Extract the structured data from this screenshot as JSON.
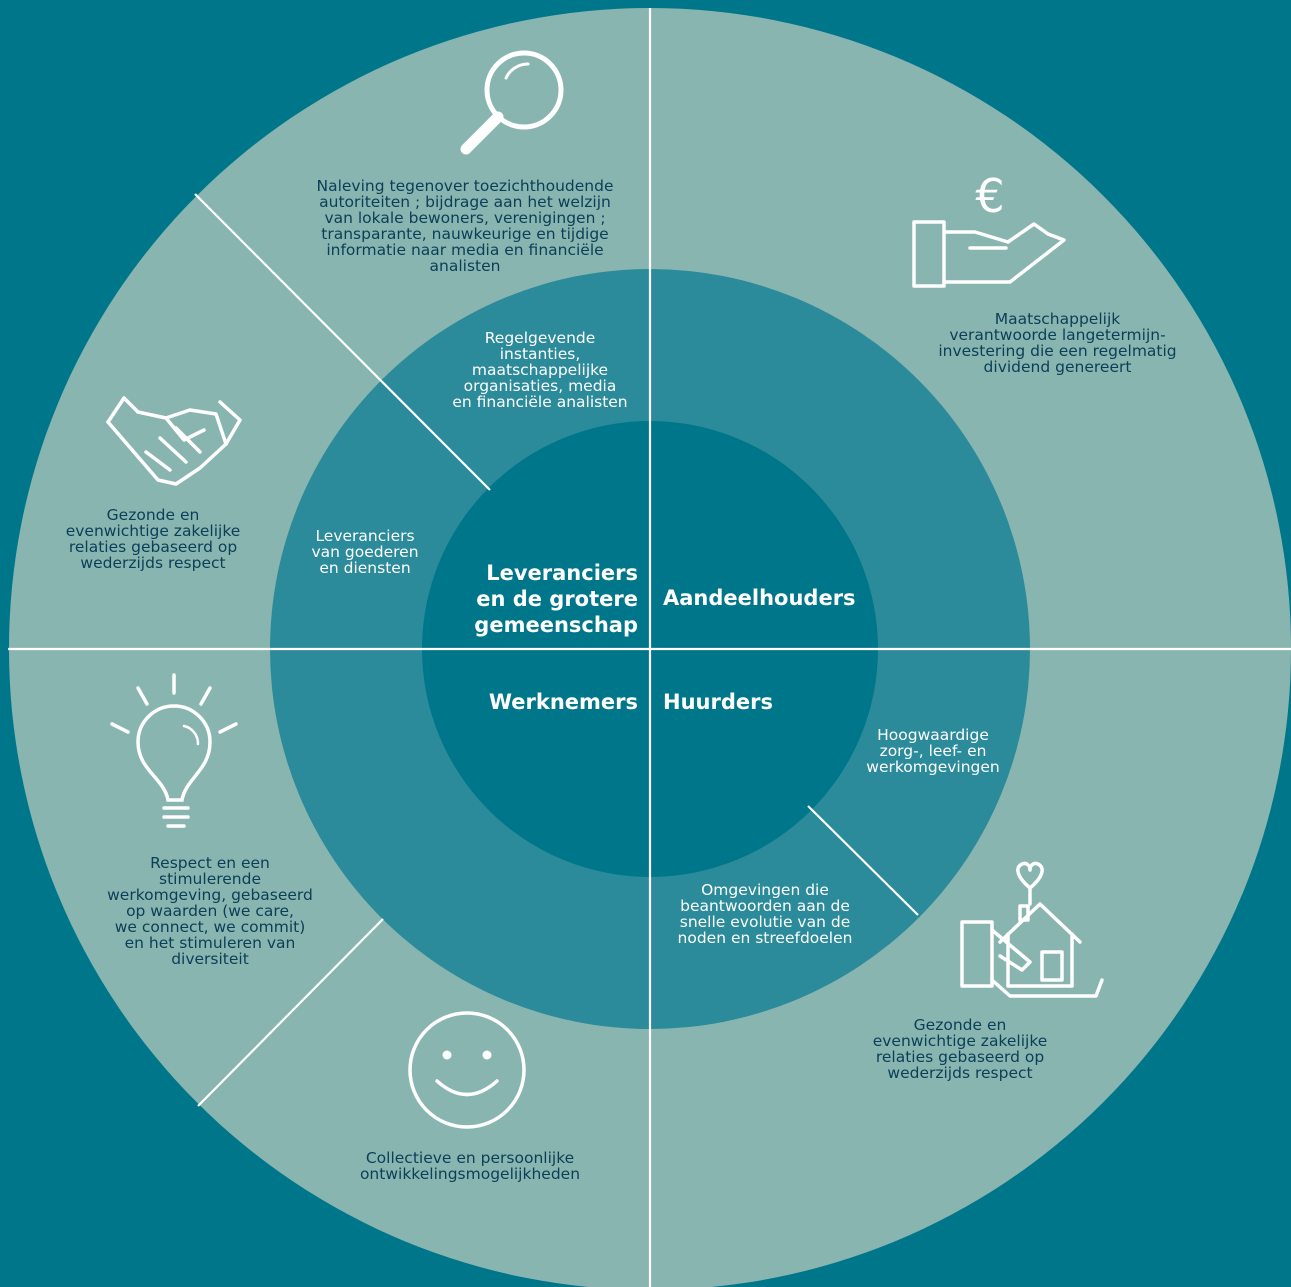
{
  "colors": {
    "background": "#00768a",
    "outer_ring": "#89b5b0",
    "middle_ring": "#2b8b9a",
    "core": "#00768a",
    "divider": "#ffffff",
    "outer_text": "#0b3e57",
    "inner_text": "#ffffff"
  },
  "core": {
    "top_left": "Leveranciers\nen de grotere\ngemeenschap",
    "top_right": "Aandeelhouders",
    "bottom_left": "Werknemers",
    "bottom_right": "Huurders"
  },
  "middle_ring": {
    "regulators": "Regelgevende\ninstanties,\nmaatschappelijke\norganisaties, media\nen financiële analisten",
    "suppliers": "Leveranciers\nvan goederen\nen diensten",
    "tenants_care": "Hoogwaardige\nzorg-, leef- en\nwerkomgevingen",
    "tenants_evolution": "Omgevingen die\nbeantwoorden aan de\nsnelle evolutie van de\nnoden en streefdoelen"
  },
  "outer_ring": {
    "regulators": "Naleving tegenover toezichthoudende\nautoriteiten ; bijdrage aan het welzijn\nvan lokale bewoners, verenigingen ;\ntransparante, nauwkeurige en tijdige\ninformatie naar media en financiële\nanalisten",
    "shareholders": "Maatschappelijk\nverantwoorde langetermijn-\ninvestering die een regelmatig\ndividend genereert",
    "suppliers": "Gezonde en\nevenwichtige zakelijke\nrelaties gebaseerd op\nwederzijds respect",
    "employees_respect": "Respect en een\nstimulerende\nwerkomgeving, gebaseerd\nop waarden (we care,\nwe connect, we commit)\nen het stimuleren van\ndiversiteit",
    "employees_development": "Collectieve en persoonlijke\nontwikkelingsmogelijkheden",
    "tenants": "Gezonde en\nevenwichtige zakelijke\nrelaties gebaseerd op\nwederzijds respect"
  },
  "icons": {
    "regulators": "magnifying-glass-icon",
    "shareholders": "euro-hand-icon",
    "suppliers": "handshake-icon",
    "employees_respect": "lightbulb-icon",
    "employees_development": "smiley-icon",
    "tenants": "house-heart-hand-icon",
    "euro_symbol": "€"
  }
}
